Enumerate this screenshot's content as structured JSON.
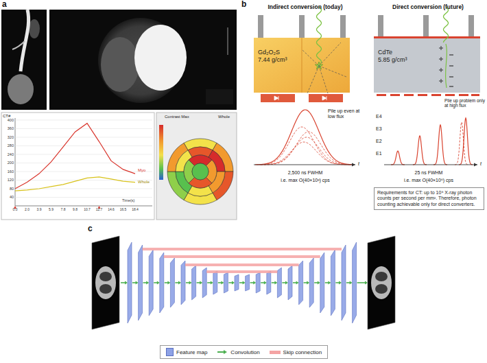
{
  "diagram": {
    "nodes": [
      {
        "text": [
          "Gd₂O₂S",
          "7.44 g/cm³"
        ]
      },
      {
        "text": [
          "CdTe",
          "5.85 g/cm³"
        ]
      },
      {
        "text": [
          "Requirements for CT: up to 10⁹ X-ray photon counts per second per mm². Therefore, photon counting achievable only for direct converters."
        ]
      }
    ],
    "labels": [
      "a",
      "CT#",
      "400",
      "360",
      "320",
      "280",
      "240",
      "200",
      "160",
      "120",
      "80",
      "40",
      "0.0",
      "2.0",
      "3.9",
      "5.9",
      "7.8",
      "9.8",
      "10.7",
      "12.7",
      "14.6",
      "16.5",
      "18.4",
      "Time(s)",
      "Myo",
      "Whole",
      "Contrast Max",
      "Whole",
      "b",
      "Indirect conversion (today)",
      "Direct conversion (future)",
      "Pile up even at low flux",
      "2,500 ns FWHM",
      "i.e. max O(40×10³) cps",
      "t",
      "E4",
      "E3",
      "E2",
      "E1",
      "Pile up problem only at high flux",
      "25 ns FWHM",
      "i.e. max O(40×10⁶) cps",
      "t",
      "c"
    ],
    "legend": [
      {
        "text": "Feature map",
        "color": "#8ea2e6"
      },
      {
        "text": "Convolution"
      },
      {
        "text": "Skip connection",
        "color": "#f4a3a3"
      }
    ]
  }
}
